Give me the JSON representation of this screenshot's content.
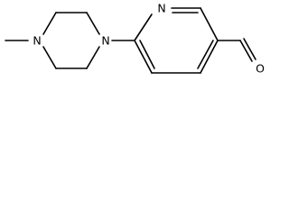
{
  "molecule": {
    "atoms": {
      "piperazine_n_methyl": "N",
      "piperazine_n_aryl": "N",
      "pyridine_n": "N",
      "aldehyde_o": "O"
    }
  }
}
